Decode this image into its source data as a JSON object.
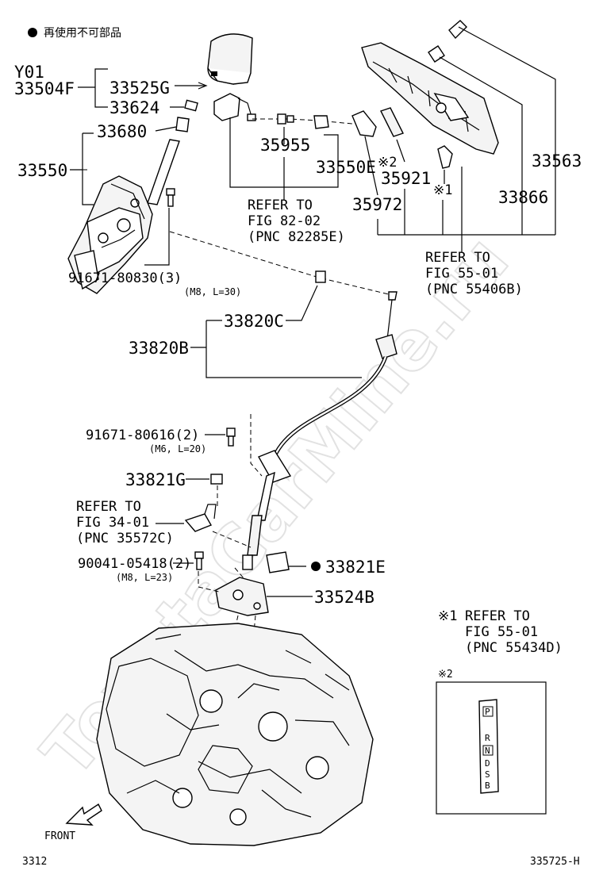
{
  "legend": {
    "bullet_note": "再使用不可部品"
  },
  "labels": {
    "y01": "Y01",
    "p33504F": "33504F",
    "p33525G": "33525G",
    "p33624": "33624",
    "p33680": "33680",
    "p33550": "33550",
    "p35955": "35955",
    "p33550E": "33550E",
    "p35921": "35921",
    "p35972": "35972",
    "p33563": "33563",
    "p33866": "33866",
    "p91671_80830": "91671-80830(3)",
    "p91671_80830_spec": "(M8, L=30)",
    "p33820C": "33820C",
    "p33820B": "33820B",
    "p91671_80616": "91671-80616(2)",
    "p91671_80616_spec": "(M6, L=20)",
    "p33821G": "33821G",
    "p90041_05418": "90041-05418(2)",
    "p90041_05418_spec": "(M8, L=23)",
    "p33821E": "33821E",
    "p33524B": "33524B"
  },
  "marks": {
    "note1": "※1",
    "note2": "※2"
  },
  "refs": {
    "fig82": {
      "l1": "REFER TO",
      "l2": "FIG 82-02",
      "l3": "(PNC 82285E)"
    },
    "fig55_b": {
      "l1": "REFER TO",
      "l2": "FIG 55-01",
      "l3": "(PNC 55406B)"
    },
    "fig34": {
      "l1": "REFER TO",
      "l2": "FIG 34-01",
      "l3": "(PNC 35572C)"
    },
    "fig55_d": {
      "l1": "REFER TO",
      "l2": "FIG 55-01",
      "l3": "(PNC 55434D)"
    }
  },
  "inset": {
    "mark": "※2",
    "gear_letters": [
      "P",
      "R",
      "N",
      "D",
      "S",
      "B"
    ]
  },
  "footer": {
    "front": "FRONT",
    "left_code": "3312",
    "right_code": "335725-H"
  },
  "watermark": "ToyotaCarMine.ru"
}
